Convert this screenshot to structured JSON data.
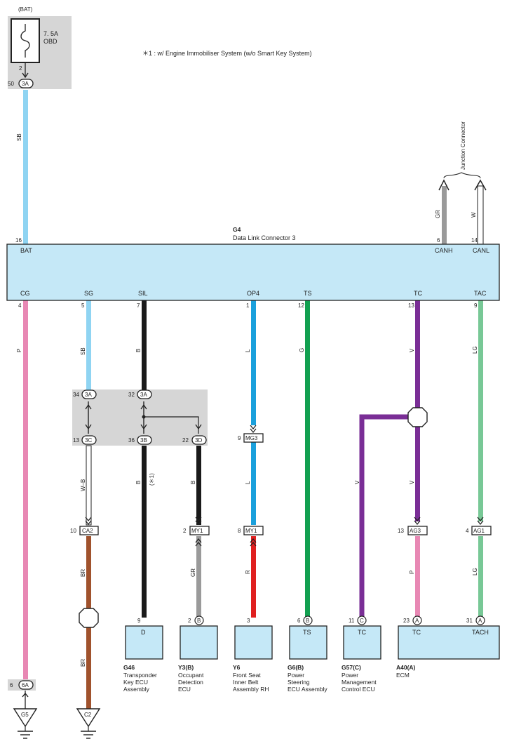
{
  "note": "＊1 : w/ Engine Immobiliser System (w/o Smart Key System)",
  "fuse": {
    "source": "(BAT)",
    "rating": "7. 5A",
    "name": "OBD",
    "pin": "2"
  },
  "junction_connector_label": "Junction Connector",
  "dlc": {
    "id": "G4",
    "name": "Data Link Connector 3",
    "top_terminals": [
      {
        "name": "BAT",
        "pin": "16"
      },
      {
        "name": "CANH",
        "pin": "6"
      },
      {
        "name": "CANL",
        "pin": "14"
      }
    ],
    "bottom_terminals": [
      {
        "name": "CG",
        "pin": "4"
      },
      {
        "name": "SG",
        "pin": "5"
      },
      {
        "name": "SIL",
        "pin": "7"
      },
      {
        "name": "OP4",
        "pin": "1"
      },
      {
        "name": "TS",
        "pin": "12"
      },
      {
        "name": "TC",
        "pin": "13"
      },
      {
        "name": "TAC",
        "pin": "9"
      }
    ]
  },
  "wire_colors": {
    "SB": "#8fd4f2",
    "B": "#1a1a1a",
    "L": "#1aa0dc",
    "G": "#12a050",
    "V": "#7a2e96",
    "LG": "#78c896",
    "P": "#e888b4",
    "GR": "#9a9a9a",
    "BR": "#a0522d",
    "R": "#e02020",
    "W": "#ffffff",
    "W-B": "#ffffff"
  },
  "wire_labels": [
    "SB",
    "GR",
    "W",
    "P",
    "SB",
    "B",
    "L",
    "G",
    "V",
    "LG",
    "W–B",
    "B",
    "(＊1)",
    "B",
    "L",
    "V",
    "V",
    "BR",
    "GR",
    "R",
    "P",
    "LG",
    "BR"
  ],
  "connectors": [
    {
      "pin": "50",
      "code": "3A"
    },
    {
      "pin": "34",
      "code": "3A"
    },
    {
      "pin": "32",
      "code": "3A"
    },
    {
      "pin": "13",
      "code": "3C"
    },
    {
      "pin": "36",
      "code": "3B"
    },
    {
      "pin": "22",
      "code": "3D"
    },
    {
      "pin": "9",
      "code": "MG3"
    },
    {
      "pin": "10",
      "code": "CA2"
    },
    {
      "pin": "2",
      "code": "MY1"
    },
    {
      "pin": "8",
      "code": "MY1"
    },
    {
      "pin": "13",
      "code": "AG3"
    },
    {
      "pin": "4",
      "code": "AG1"
    },
    {
      "pin": "6",
      "code": "6A"
    }
  ],
  "grounds": [
    "G5",
    "C2"
  ],
  "components": [
    {
      "id": "G46",
      "name_lines": [
        "Transponder",
        "Key ECU",
        "Assembly"
      ],
      "terminals": [
        {
          "pin": "9",
          "name": "D",
          "circle": ""
        }
      ]
    },
    {
      "id": "Y3(B)",
      "name_lines": [
        "Occupant",
        "Detection",
        "ECU"
      ],
      "terminals": [
        {
          "pin": "2",
          "name": "",
          "circle": "B"
        }
      ]
    },
    {
      "id": "Y6",
      "name_lines": [
        "Front Seat",
        "Inner Belt",
        "Assembly RH"
      ],
      "terminals": [
        {
          "pin": "3",
          "name": "",
          "circle": ""
        }
      ]
    },
    {
      "id": "G6(B)",
      "name_lines": [
        "Power",
        "Steering",
        "ECU Assembly"
      ],
      "terminals": [
        {
          "pin": "6",
          "name": "TS",
          "circle": "B"
        }
      ]
    },
    {
      "id": "G57(C)",
      "name_lines": [
        "Power",
        "Management",
        "Control ECU"
      ],
      "terminals": [
        {
          "pin": "11",
          "name": "TC",
          "circle": "C"
        }
      ]
    },
    {
      "id": "A40(A)",
      "name_lines": [
        "ECM"
      ],
      "terminals": [
        {
          "pin": "23",
          "name": "TC",
          "circle": "A"
        },
        {
          "pin": "31",
          "name": "TACH",
          "circle": "A"
        }
      ]
    }
  ]
}
